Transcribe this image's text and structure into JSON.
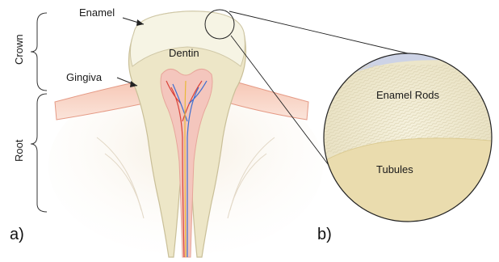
{
  "labels": {
    "enamel": "Enamel",
    "dentin": "Dentin",
    "gingiva": "Gingiva",
    "enamel_rods": "Enamel Rods",
    "tubules": "Tubules"
  },
  "regions": {
    "crown": "Crown",
    "root": "Root"
  },
  "panels": {
    "a": "a)",
    "b": "b)"
  },
  "colors": {
    "gum": "#f2b9a6",
    "gum_dark": "#e59a85",
    "enamel": "#f2f1dc",
    "dentin": "#ede6c7",
    "pulp": "#f4c6bd",
    "nerve_red": "#d9433a",
    "nerve_blue": "#3e6fd1",
    "nerve_yellow": "#e9b838",
    "bone": "#f3e6d6",
    "magnifier_fill": "#efe9cf",
    "tubules_fill": "#eadcae",
    "stroke": "#222222"
  }
}
